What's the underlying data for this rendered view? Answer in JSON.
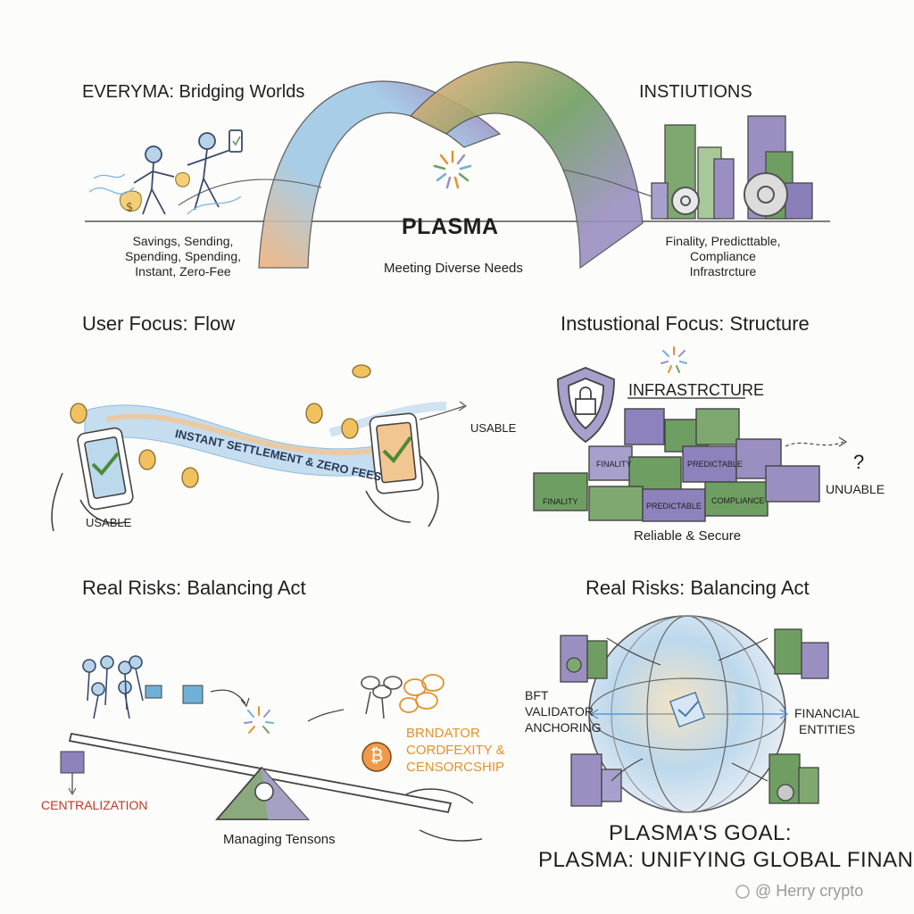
{
  "top": {
    "left_title": "EVERYMA: Bridging Worlds",
    "right_title": "INSTIUTIONS",
    "brand": "PLASMA",
    "center_caption": "Meeting Diverse Needs",
    "left_list": [
      "Savings, Sending,",
      "Spending, Spending,",
      "Instant, Zero-Fee"
    ],
    "right_list": [
      "Finality, Predicttable,",
      "Compliance",
      "Infrastrcture"
    ]
  },
  "user_focus": {
    "title": "User Focus: Flow",
    "stream_label_1": "INSTANT SETTLEMENT & ZERO FEES",
    "left_caption": "USABLE",
    "right_caption": "USABLE"
  },
  "inst_focus": {
    "title": "Instustional Focus: Structure",
    "header": "INFRASTRCTURE",
    "blocks": [
      "FINALITY",
      "PREDICTABLE",
      "FINALITY",
      "PREDICTABLE",
      "COMPLIANCE"
    ],
    "question": "?",
    "unusable": "UNUABLE",
    "caption": "Reliable & Secure"
  },
  "risks_left": {
    "title": "Real Risks: Balancing Act",
    "centralization": "CENTRALIZATION",
    "complexity": [
      "BRNDATOR",
      "CORDFEXITY &",
      "CENSORCSHIP"
    ],
    "caption": "Managing Tensons",
    "bitcoin_glyph": "₿"
  },
  "risks_right": {
    "title": "Real Risks: Balancing Act",
    "left_label": [
      "BFT",
      "VALIDATOR",
      "ANCHORING"
    ],
    "right_label": [
      "FINANCIAL",
      "ENTITIES"
    ],
    "goal_line_1": "PLASMA'S GOAL:",
    "goal_line_2": "PLASMA: UNIFYING GLOBAL FINANCE"
  },
  "watermark": "@ Herry crypto",
  "colors": {
    "blue": "#9fc9e6",
    "orange": "#f2b27a",
    "purple": "#9b8fc2",
    "green": "#6f9e62",
    "ink": "#333333",
    "red": "#c0392b",
    "amber": "#e2922e"
  }
}
